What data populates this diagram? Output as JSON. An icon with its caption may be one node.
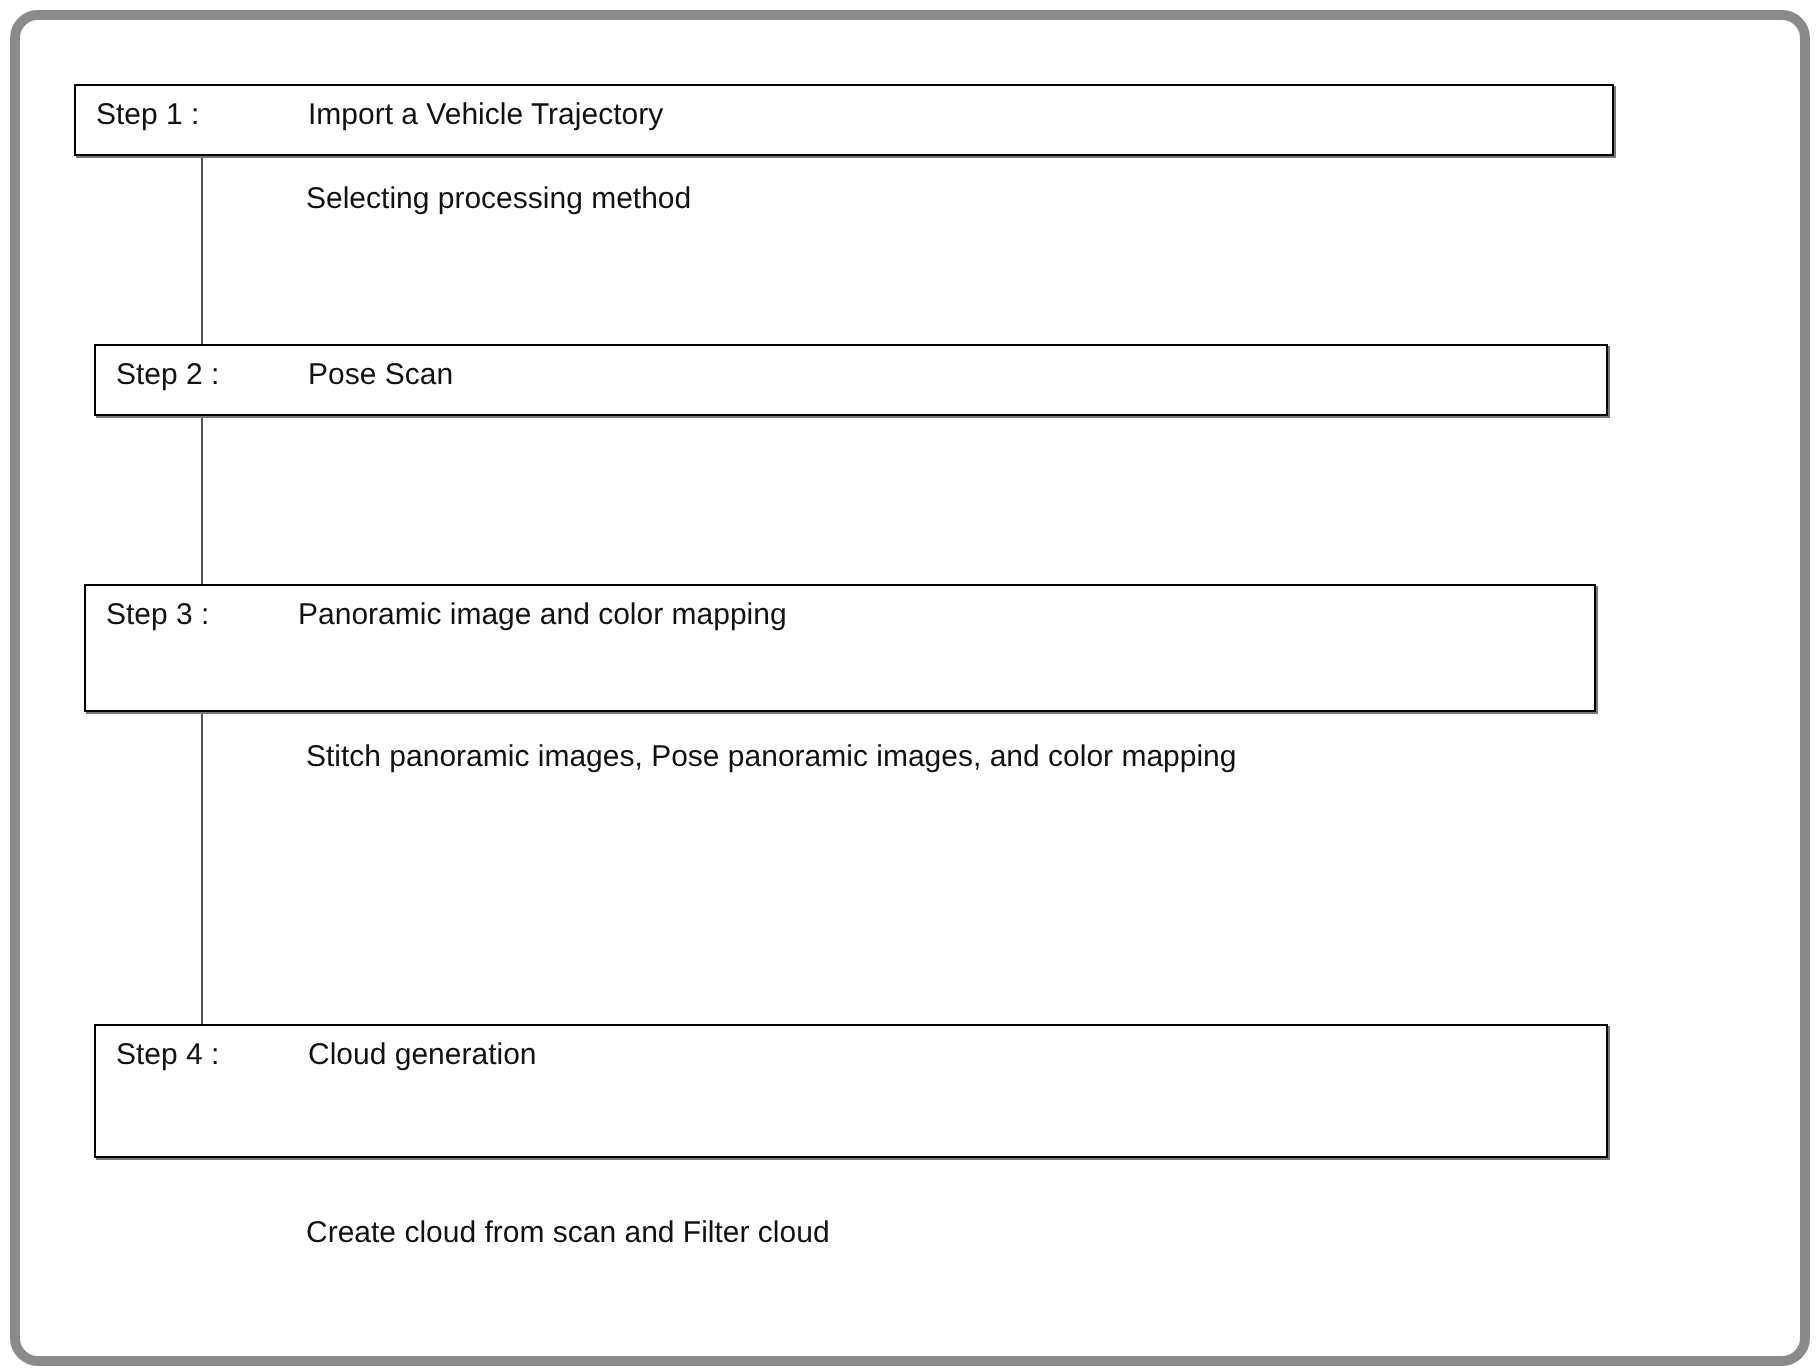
{
  "diagram": {
    "nodes": [
      {
        "text": [
          "Step 1 :",
          "Import a Vehicle Trajectory"
        ],
        "beside": [
          "Selecting processing method"
        ]
      },
      {
        "text": [
          "Step 2 :",
          "Pose Scan"
        ]
      },
      {
        "text": [
          "Step 3 :",
          "Panoramic image and color mapping"
        ],
        "beside": [
          "Stitch panoramic images, Pose panoramic images, and color mapping"
        ]
      },
      {
        "text": [
          "Step 4 :",
          "Cloud generation"
        ],
        "beside": [
          "Create cloud from scan and Filter cloud"
        ]
      }
    ],
    "edges": [
      {
        "from": 0,
        "to": 1,
        "arrow": "none"
      },
      {
        "from": 1,
        "to": 2,
        "arrow": "none"
      },
      {
        "from": 2,
        "to": 3,
        "arrow": "none"
      }
    ]
  }
}
